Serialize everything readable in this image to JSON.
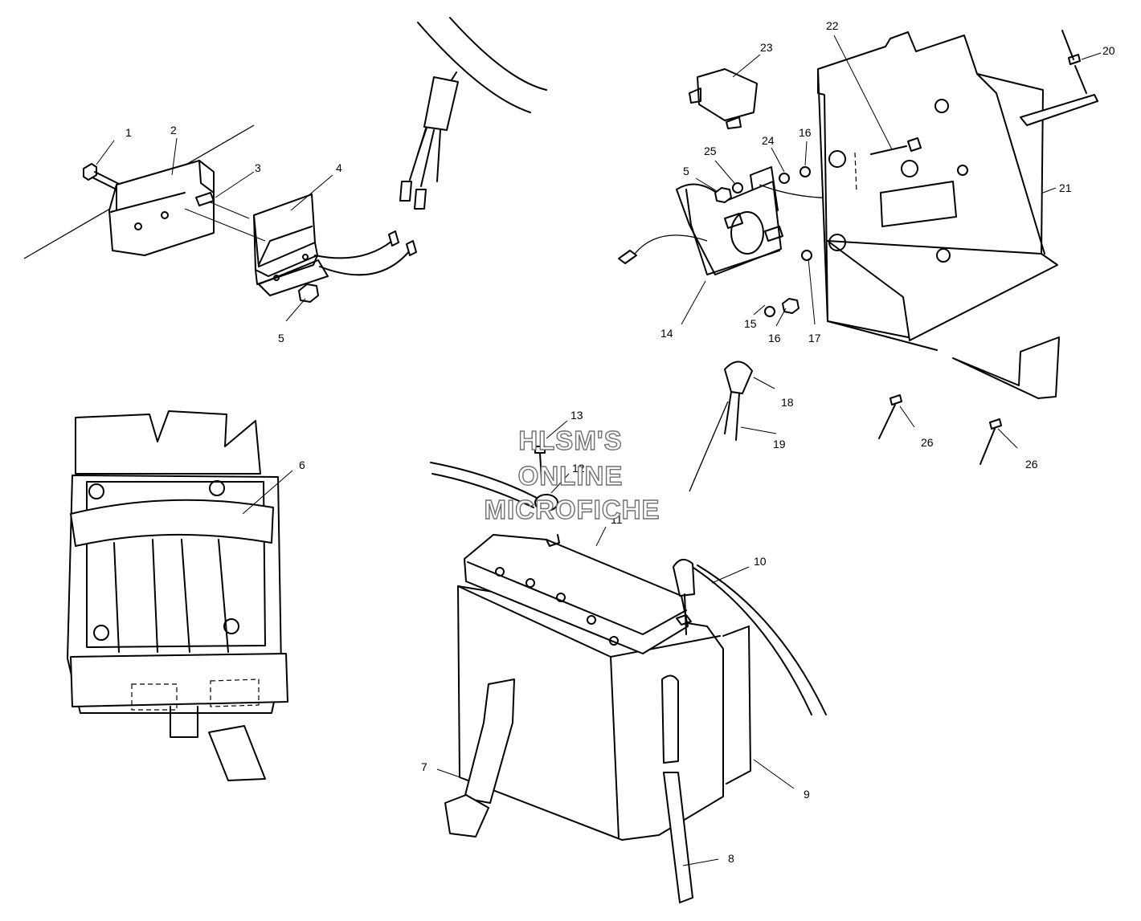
{
  "watermark": {
    "line1": "HLSM'S",
    "line2": "ONLINE",
    "line3": "MICROFICHE"
  },
  "callouts": {
    "c1": "1",
    "c2": "2",
    "c3": "3",
    "c4": "4",
    "c5a": "5",
    "c5b": "5",
    "c6": "6",
    "c7": "7",
    "c8": "8",
    "c9": "9",
    "c10": "10",
    "c11": "11",
    "c12": "12",
    "c13": "13",
    "c14": "14",
    "c15": "15",
    "c16a": "16",
    "c16b": "16",
    "c17": "17",
    "c18": "18",
    "c19": "19",
    "c20": "20",
    "c21": "21",
    "c22": "22",
    "c23": "23",
    "c24": "24",
    "c25": "25",
    "c26a": "26",
    "c26b": "26"
  }
}
